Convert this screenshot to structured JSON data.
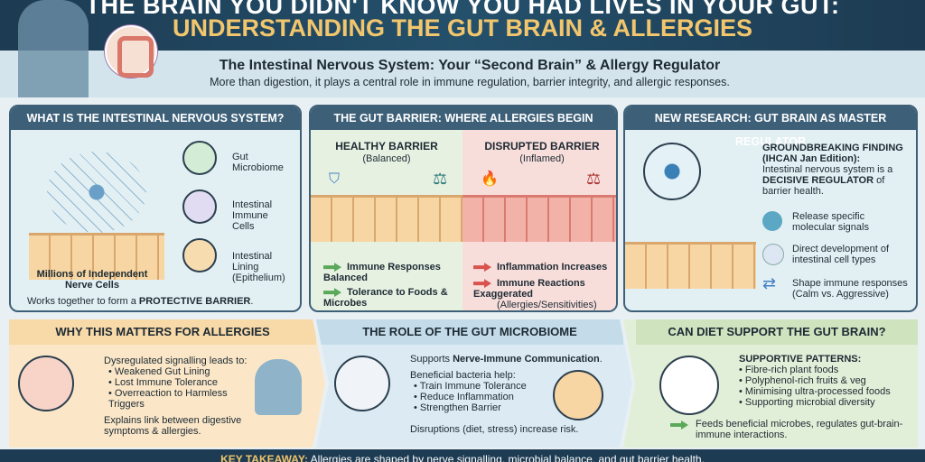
{
  "header": {
    "title_line1": "THE BRAIN YOU DIDN'T KNOW YOU HAD LIVES IN YOUR GUT:",
    "title_line2": "UNDERSTANDING THE GUT BRAIN & ALLERGIES",
    "subtitle": "The Intestinal Nervous System: Your “Second Brain” & Allergy Regulator",
    "tagline": "More than digestion, it plays a central role in immune regulation, barrier integrity, and allergic responses."
  },
  "panel1": {
    "title": "WHAT IS THE INTESTINAL NERVOUS SYSTEM?",
    "items": [
      "Gut Microbiome",
      "Intestinal Immune Cells",
      "Intestinal Lining (Epithelium)"
    ],
    "caption": "Millions of Independent Nerve Cells",
    "footer_pre": "Works together to form a ",
    "footer_bold": "PROTECTIVE BARRIER",
    "footer_post": "."
  },
  "panel2": {
    "title": "THE GUT BARRIER: WHERE ALLERGIES BEGIN",
    "healthy": {
      "heading": "HEALTHY BARRIER",
      "sub": "(Balanced)",
      "points": [
        "Immune Responses Balanced",
        "Tolerance to Foods & Microbes"
      ]
    },
    "disrupted": {
      "heading": "DISRUPTED BARRIER",
      "sub": "(Inflamed)",
      "points": [
        "Inflammation Increases",
        "Immune Reactions Exaggerated"
      ],
      "note": "(Allergies/Sensitivities)"
    }
  },
  "panel3": {
    "title": "NEW RESEARCH: GUT BRAIN AS MASTER REGULATOR",
    "finding_heading": "GROUNDBREAKING FINDING (IHCAN Jan Edition):",
    "finding_pre": "Intestinal nervous system is a ",
    "finding_bold": "DECISIVE REGULATOR",
    "finding_post": " of barrier health.",
    "points": [
      {
        "icon": "molecule-icon",
        "text": "Release specific molecular signals"
      },
      {
        "icon": "cell-icon",
        "text": "Direct development of intestinal cell types"
      },
      {
        "icon": "exchange-arrows-icon",
        "text": "Shape immune responses (Calm vs. Aggressive)"
      }
    ]
  },
  "section4": {
    "title": "WHY THIS MATTERS FOR ALLERGIES",
    "intro": "Dysregulated signalling leads to:",
    "bullets": [
      "• Weakened Gut Lining",
      "• Lost Immune Tolerance",
      "• Overreaction to Harmless Triggers"
    ],
    "footer": "Explains link between digestive symptoms & allergies."
  },
  "section5": {
    "title": "THE ROLE OF THE GUT MICROBIOME",
    "intro_pre": "Supports ",
    "intro_bold": "Nerve-Immune Communication",
    "intro_post": ".",
    "sub": "Beneficial bacteria help:",
    "bullets": [
      "• Train Immune Tolerance",
      "• Reduce Inflammation",
      "• Strengthen Barrier"
    ],
    "footer": "Disruptions (diet, stress) increase risk."
  },
  "section6": {
    "title": "CAN DIET SUPPORT THE GUT BRAIN?",
    "heading": "SUPPORTIVE PATTERNS:",
    "bullets": [
      "• Fibre-rich plant foods",
      "• Polyphenol-rich fruits & veg",
      "• Minimising ultra-processed foods",
      "• Supporting microbial diversity"
    ],
    "footer": "Feeds beneficial microbes, regulates gut-brain-immune interactions."
  },
  "footer": {
    "key": "KEY TAKEAWAY:",
    "text": " Allergies are shaped by nerve signalling, microbial balance, and gut barrier health."
  },
  "colors": {
    "navy": "#1d3b52",
    "gold": "#f2c66d",
    "healthy": "#5aa85a",
    "inflamed": "#d9534f"
  }
}
